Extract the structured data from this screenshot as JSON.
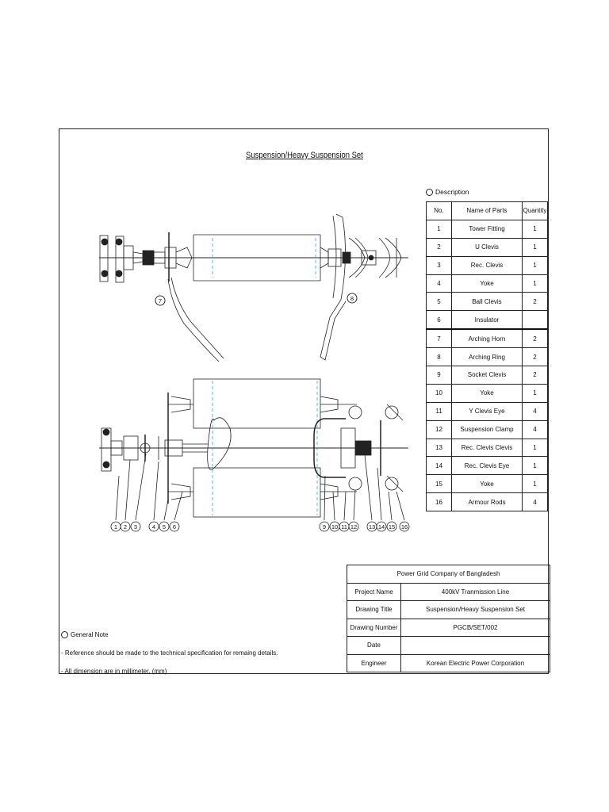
{
  "title": "Suspension/Heavy Suspension Set",
  "description": {
    "heading": "Description",
    "columns": [
      "No.",
      "Name of Parts",
      "Quantity"
    ],
    "rows": [
      [
        "1",
        "Tower Fitting",
        "1"
      ],
      [
        "2",
        "U Clevis",
        "1"
      ],
      [
        "3",
        "Rec. Clevis",
        "1"
      ],
      [
        "4",
        "Yoke",
        "1"
      ],
      [
        "5",
        "Ball Clevis",
        "2"
      ],
      [
        "6",
        "Insulator",
        ""
      ],
      [
        "7",
        "Arching Horn",
        "2"
      ],
      [
        "8",
        "Arching Ring",
        "2"
      ],
      [
        "9",
        "Socket Clevis",
        "2"
      ],
      [
        "10",
        "Yoke",
        "1"
      ],
      [
        "11",
        "Y Clevis Eye",
        "4"
      ],
      [
        "12",
        "Suspension Clamp",
        "4"
      ],
      [
        "13",
        "Rec. Clevis Clevis",
        "1"
      ],
      [
        "14",
        "Rec. Clevis Eye",
        "1"
      ],
      [
        "15",
        "Yoke",
        "1"
      ],
      [
        "16",
        "Armour Rods",
        "4"
      ]
    ]
  },
  "callouts_top": [
    "7",
    "8"
  ],
  "callouts_bottom": [
    "1",
    "2",
    "3",
    "4",
    "5",
    "6",
    "9",
    "10",
    "11",
    "12",
    "13",
    "14",
    "15",
    "16"
  ],
  "info": {
    "company": "Power Grid Company of Bangladesh",
    "rows": [
      {
        "label": "Project Name",
        "value": "400kV Tranmission Line"
      },
      {
        "label": "Drawing Title",
        "value": "Suspension/Heavy Suspension Set"
      },
      {
        "label": "Drawing Number",
        "value": "PGCB/SET/002"
      },
      {
        "label": "Date",
        "value": ""
      },
      {
        "label": "Engineer",
        "value": "Korean Electric Power Corporation"
      }
    ]
  },
  "note": {
    "heading": "General Note",
    "lines": [
      "- Reference should be made to the technical specification for remaing details.",
      "- All dimension are in millimeter. (mm)"
    ]
  }
}
